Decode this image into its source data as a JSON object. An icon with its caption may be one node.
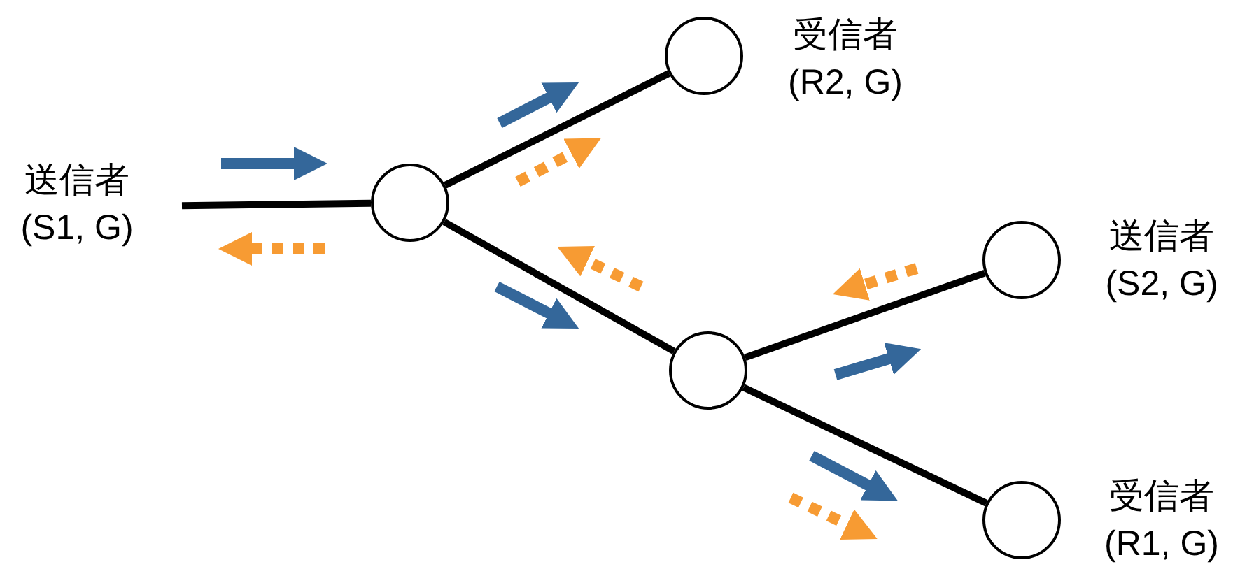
{
  "diagram": {
    "nodes": [
      {
        "text": [
          "送信者 (S1, G)"
        ]
      },
      {
        "text": [],
        "shape": "circle"
      },
      {
        "text": [],
        "shape": "circle",
        "beside": [
          "受信者 (R2, G)"
        ]
      },
      {
        "text": [],
        "shape": "circle"
      },
      {
        "text": [],
        "shape": "circle",
        "beside": [
          "送信者 (S2, G)"
        ]
      },
      {
        "text": [],
        "shape": "circle",
        "beside": [
          "受信者 (R1, G)"
        ]
      }
    ],
    "edges": [
      {
        "from": 0,
        "to": 1,
        "arrow": "none"
      },
      {
        "from": 1,
        "to": 2,
        "arrow": "none"
      },
      {
        "from": 1,
        "to": 3,
        "arrow": "none"
      },
      {
        "from": 3,
        "to": 4,
        "arrow": "none"
      },
      {
        "from": 3,
        "to": 5,
        "arrow": "none"
      }
    ]
  }
}
